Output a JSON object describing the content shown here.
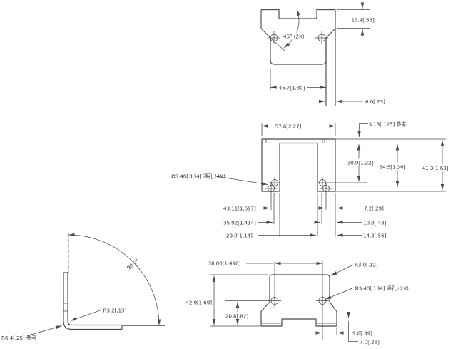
{
  "views": {
    "top": {
      "dim_height": "13.4[.53]",
      "dim_chamfer": "45° (2X)",
      "dim_inner_width": "45.7[1.80]",
      "dim_thickness": "6.0[.23]"
    },
    "front": {
      "dim_width": "57.6[2.27]",
      "dim_flange_ref": "3.18[.125] 参考",
      "dim_hole_upper": "30.9[1.22]",
      "dim_hole_lower": "34.5[1.36]",
      "dim_height": "41.3[1.63]",
      "note_holes": "Ø3.40[.134] 通孔 (4X)",
      "dim_row1_left": "43.11[1.697]",
      "dim_row2_left": "35.92[1.414]",
      "dim_row3_left": "29.0[1.14]",
      "dim_row1_right": "7.2[.29]",
      "dim_row2_right": "10.8[.43]",
      "dim_row3_right": "14.3[.56]"
    },
    "bottom": {
      "dim_hole_spacing": "38.00[1.496]",
      "dim_corner_radius": "R3.0[.12]",
      "note_holes": "Ø3.40[.134] 通孔 (2X)",
      "dim_height": "42.9[1.69]",
      "dim_hole_height": "20.8[.82]",
      "dim_foot_outer": "9.8[.39]",
      "dim_foot_inner": "7.0[.28]"
    },
    "side": {
      "dim_angle": "90.0°",
      "dim_bend_radius": "R3.2[.13]",
      "dim_outer_radius_ref": "R6.4[.25] 参考"
    }
  },
  "colors": {
    "line": "#4a4a4a",
    "text": "#3c3c3c",
    "background": "#ffffff"
  }
}
